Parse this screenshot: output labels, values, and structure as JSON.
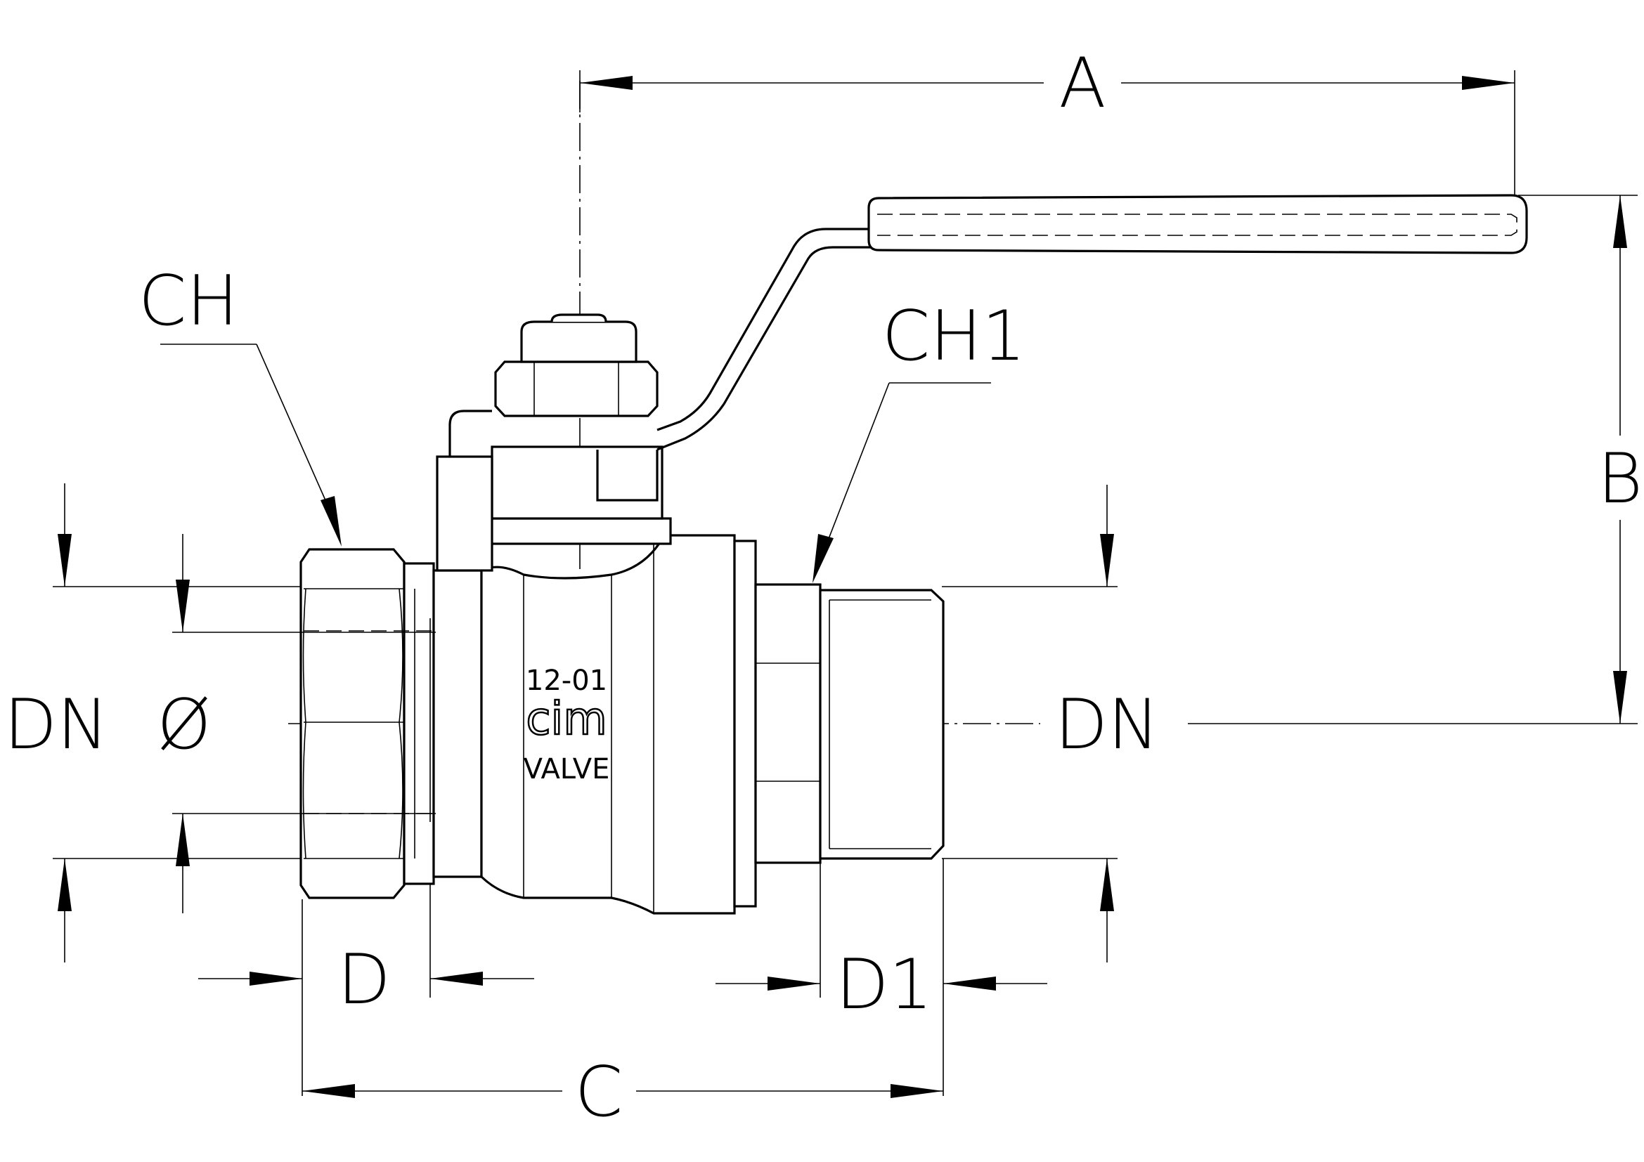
{
  "diagram": {
    "labels": {
      "A": "A",
      "B": "B",
      "C": "C",
      "D": "D",
      "D1": "D1",
      "CH": "CH",
      "CH1": "CH1",
      "DN_left": "DN",
      "DN_right": "DN",
      "phi": "Ø"
    },
    "body_marking": {
      "code": "12-01",
      "logo": "cim",
      "word": "VALVE"
    }
  }
}
